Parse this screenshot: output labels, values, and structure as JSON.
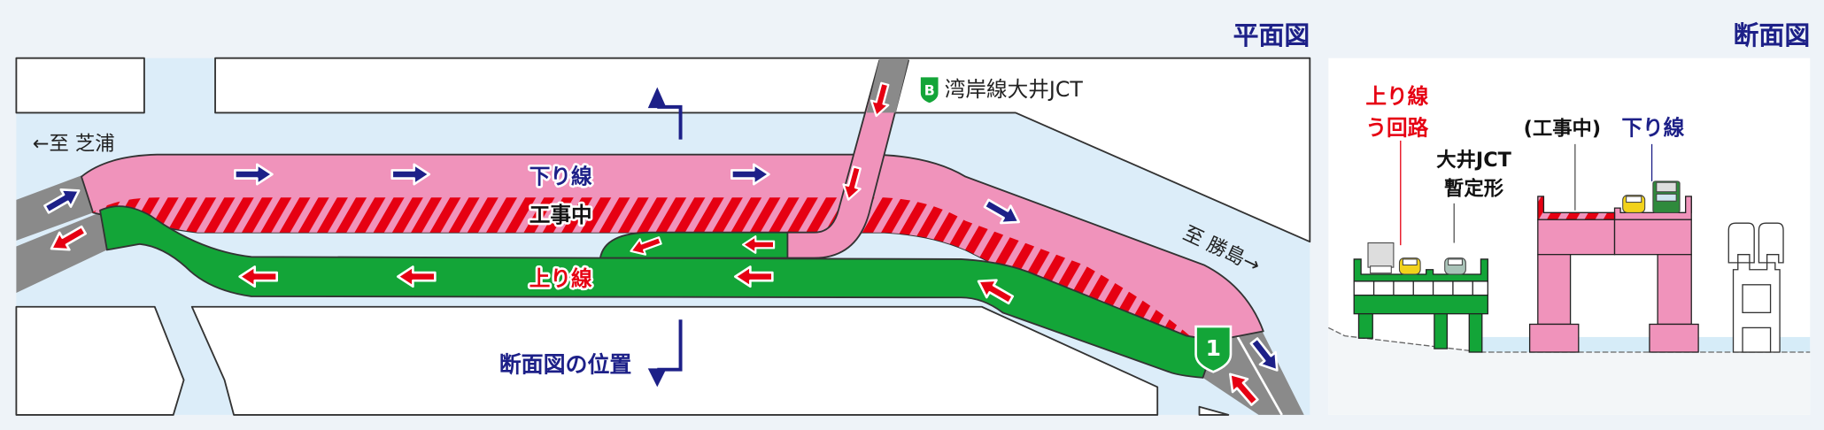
{
  "plan": {
    "title": "平面図",
    "labels": {
      "down_line": "下り線",
      "construction": "工事中",
      "up_line": "上り線",
      "to_shibaura": "←至 芝浦",
      "to_katsushima": "至 勝島→",
      "jct": "湾岸線大井JCT",
      "jct_badge": "B",
      "route_badge": "1",
      "section_position": "断面図の位置"
    }
  },
  "section": {
    "title": "断面図",
    "labels": {
      "detour_line1": "上り線",
      "detour_line2": "う回路",
      "jct_line1": "大井JCT",
      "jct_line2": "暫定形",
      "construction": "(工事中)",
      "down_line": "下り線"
    }
  },
  "colors": {
    "navy": "#1d2088",
    "red": "#e60012",
    "pink": "#f093bb",
    "green": "#13a538",
    "gray": "#8a8a8a",
    "water": "#dcedf9"
  }
}
